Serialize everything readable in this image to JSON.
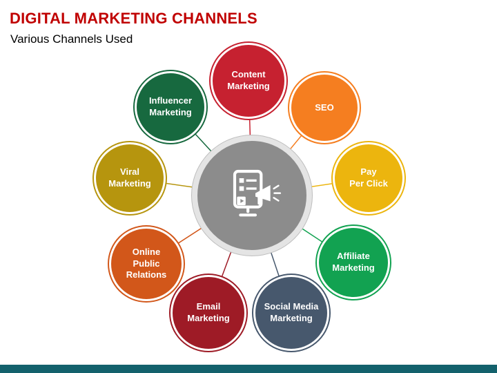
{
  "slide": {
    "title": "DIGITAL MARKETING CHANNELS",
    "subtitle": "Various Channels Used",
    "title_color": "#C00000",
    "footer_bar_color": "#13616C"
  },
  "hub": {
    "fill": "#8C8C8C",
    "ring_color": "#E4E4E4",
    "icon": "digital-marketing-screen-megaphone-icon"
  },
  "channels": [
    {
      "label": "Content\nMarketing",
      "color": "#C62130"
    },
    {
      "label": "SEO",
      "color": "#F57E20"
    },
    {
      "label": "Pay\nPer Click",
      "color": "#ECB50E"
    },
    {
      "label": "Affiliate\nMarketing",
      "color": "#12A251"
    },
    {
      "label": "Social Media\nMarketing",
      "color": "#47586D"
    },
    {
      "label": "Email\nMarketing",
      "color": "#9E1B26"
    },
    {
      "label": "Online\nPublic\nRelations",
      "color": "#D2571A"
    },
    {
      "label": "Viral\nMarketing",
      "color": "#B6950E"
    },
    {
      "label": "Influencer\nMarketing",
      "color": "#17693F"
    }
  ]
}
